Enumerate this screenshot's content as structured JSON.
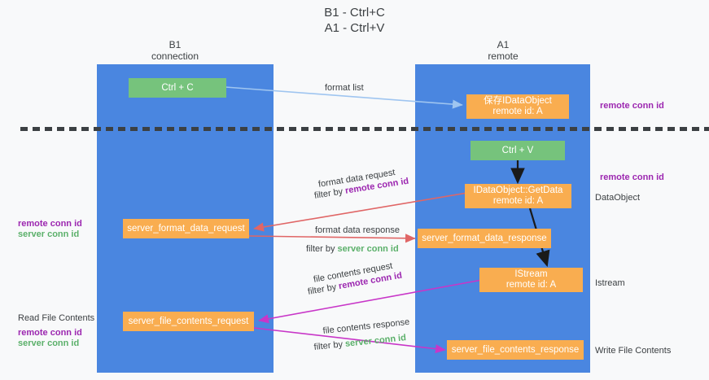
{
  "title": {
    "line1": "B1 - Ctrl+C",
    "line2": "A1 - Ctrl+V"
  },
  "columns": [
    {
      "name": "B1",
      "role": "connection"
    },
    {
      "name": "A1",
      "role": "remote"
    }
  ],
  "colors": {
    "lane": "#4a86e0",
    "box_orange": "#f9ad50",
    "box_green": "#76c37c",
    "remote_conn_id": "#9c27b0",
    "server_conn_id": "#5bb06a",
    "arrow_blue": "#9fc5f0",
    "arrow_red": "#e06666",
    "arrow_magenta": "#c836c8",
    "arrow_black": "#1a1a1a",
    "divider": "#3c4043",
    "background": "#f8f9fa"
  },
  "boxes": {
    "ctrl_c": "Ctrl + C",
    "ctrl_v": "Ctrl + V",
    "save_dataobject_l1": "保存IDataObject",
    "save_dataobject_l2": "remote id: A",
    "getdata_l1": "IDataObject::GetData",
    "getdata_l2": "remote id: A",
    "istream_l1": "IStream",
    "istream_l2": "remote id: A",
    "server_format_data_request": "server_format_data_request",
    "server_format_data_response": "server_format_data_response",
    "server_file_contents_request": "server_file_contents_request",
    "server_file_contents_response": "server_file_contents_response"
  },
  "arrow_labels": {
    "format_list": "format list",
    "format_data_request": "format data request",
    "format_data_request_filter_pre": "filter by ",
    "format_data_request_filter_key": "remote conn id",
    "format_data_response": "format data response",
    "format_data_response_filter_pre": "filter by ",
    "format_data_response_filter_key": "server conn id",
    "file_contents_request": "file contents request",
    "file_contents_request_filter_pre": "filter by ",
    "file_contents_request_filter_key": "remote conn id",
    "file_contents_response": "file contents response",
    "file_contents_response_filter_pre": "filter by ",
    "file_contents_response_filter_key": "server conn id"
  },
  "side_labels": {
    "right_remote_conn_id_top": "remote conn id",
    "right_remote_conn_id_mid": "remote conn id",
    "right_dataobject": "DataObject",
    "right_istream": "Istream",
    "right_write_file_contents": "Write File Contents",
    "left_remote_conn_id": "remote conn id",
    "left_server_conn_id": "server conn id",
    "left_read_file_contents": "Read File Contents",
    "left_remote_conn_id_2": "remote conn id",
    "left_server_conn_id_2": "server conn id"
  }
}
